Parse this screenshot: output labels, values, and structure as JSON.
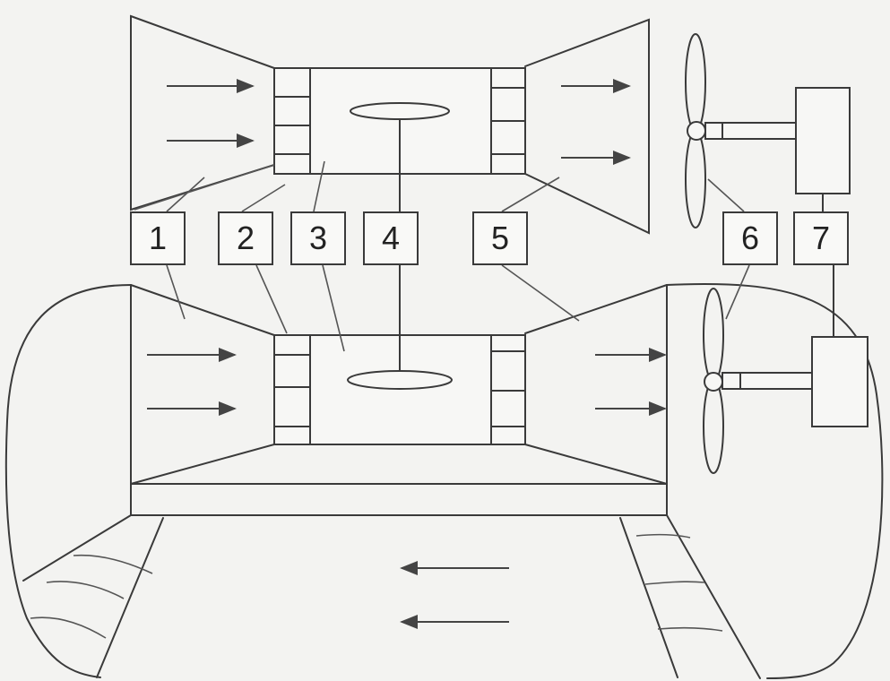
{
  "labels": {
    "l1": "1",
    "l2": "2",
    "l3": "3",
    "l4": "4",
    "l5": "5",
    "l6": "6",
    "l7": "7"
  },
  "colors": {
    "ink": "#3a3a3a",
    "paper": "#f3f3f1"
  }
}
